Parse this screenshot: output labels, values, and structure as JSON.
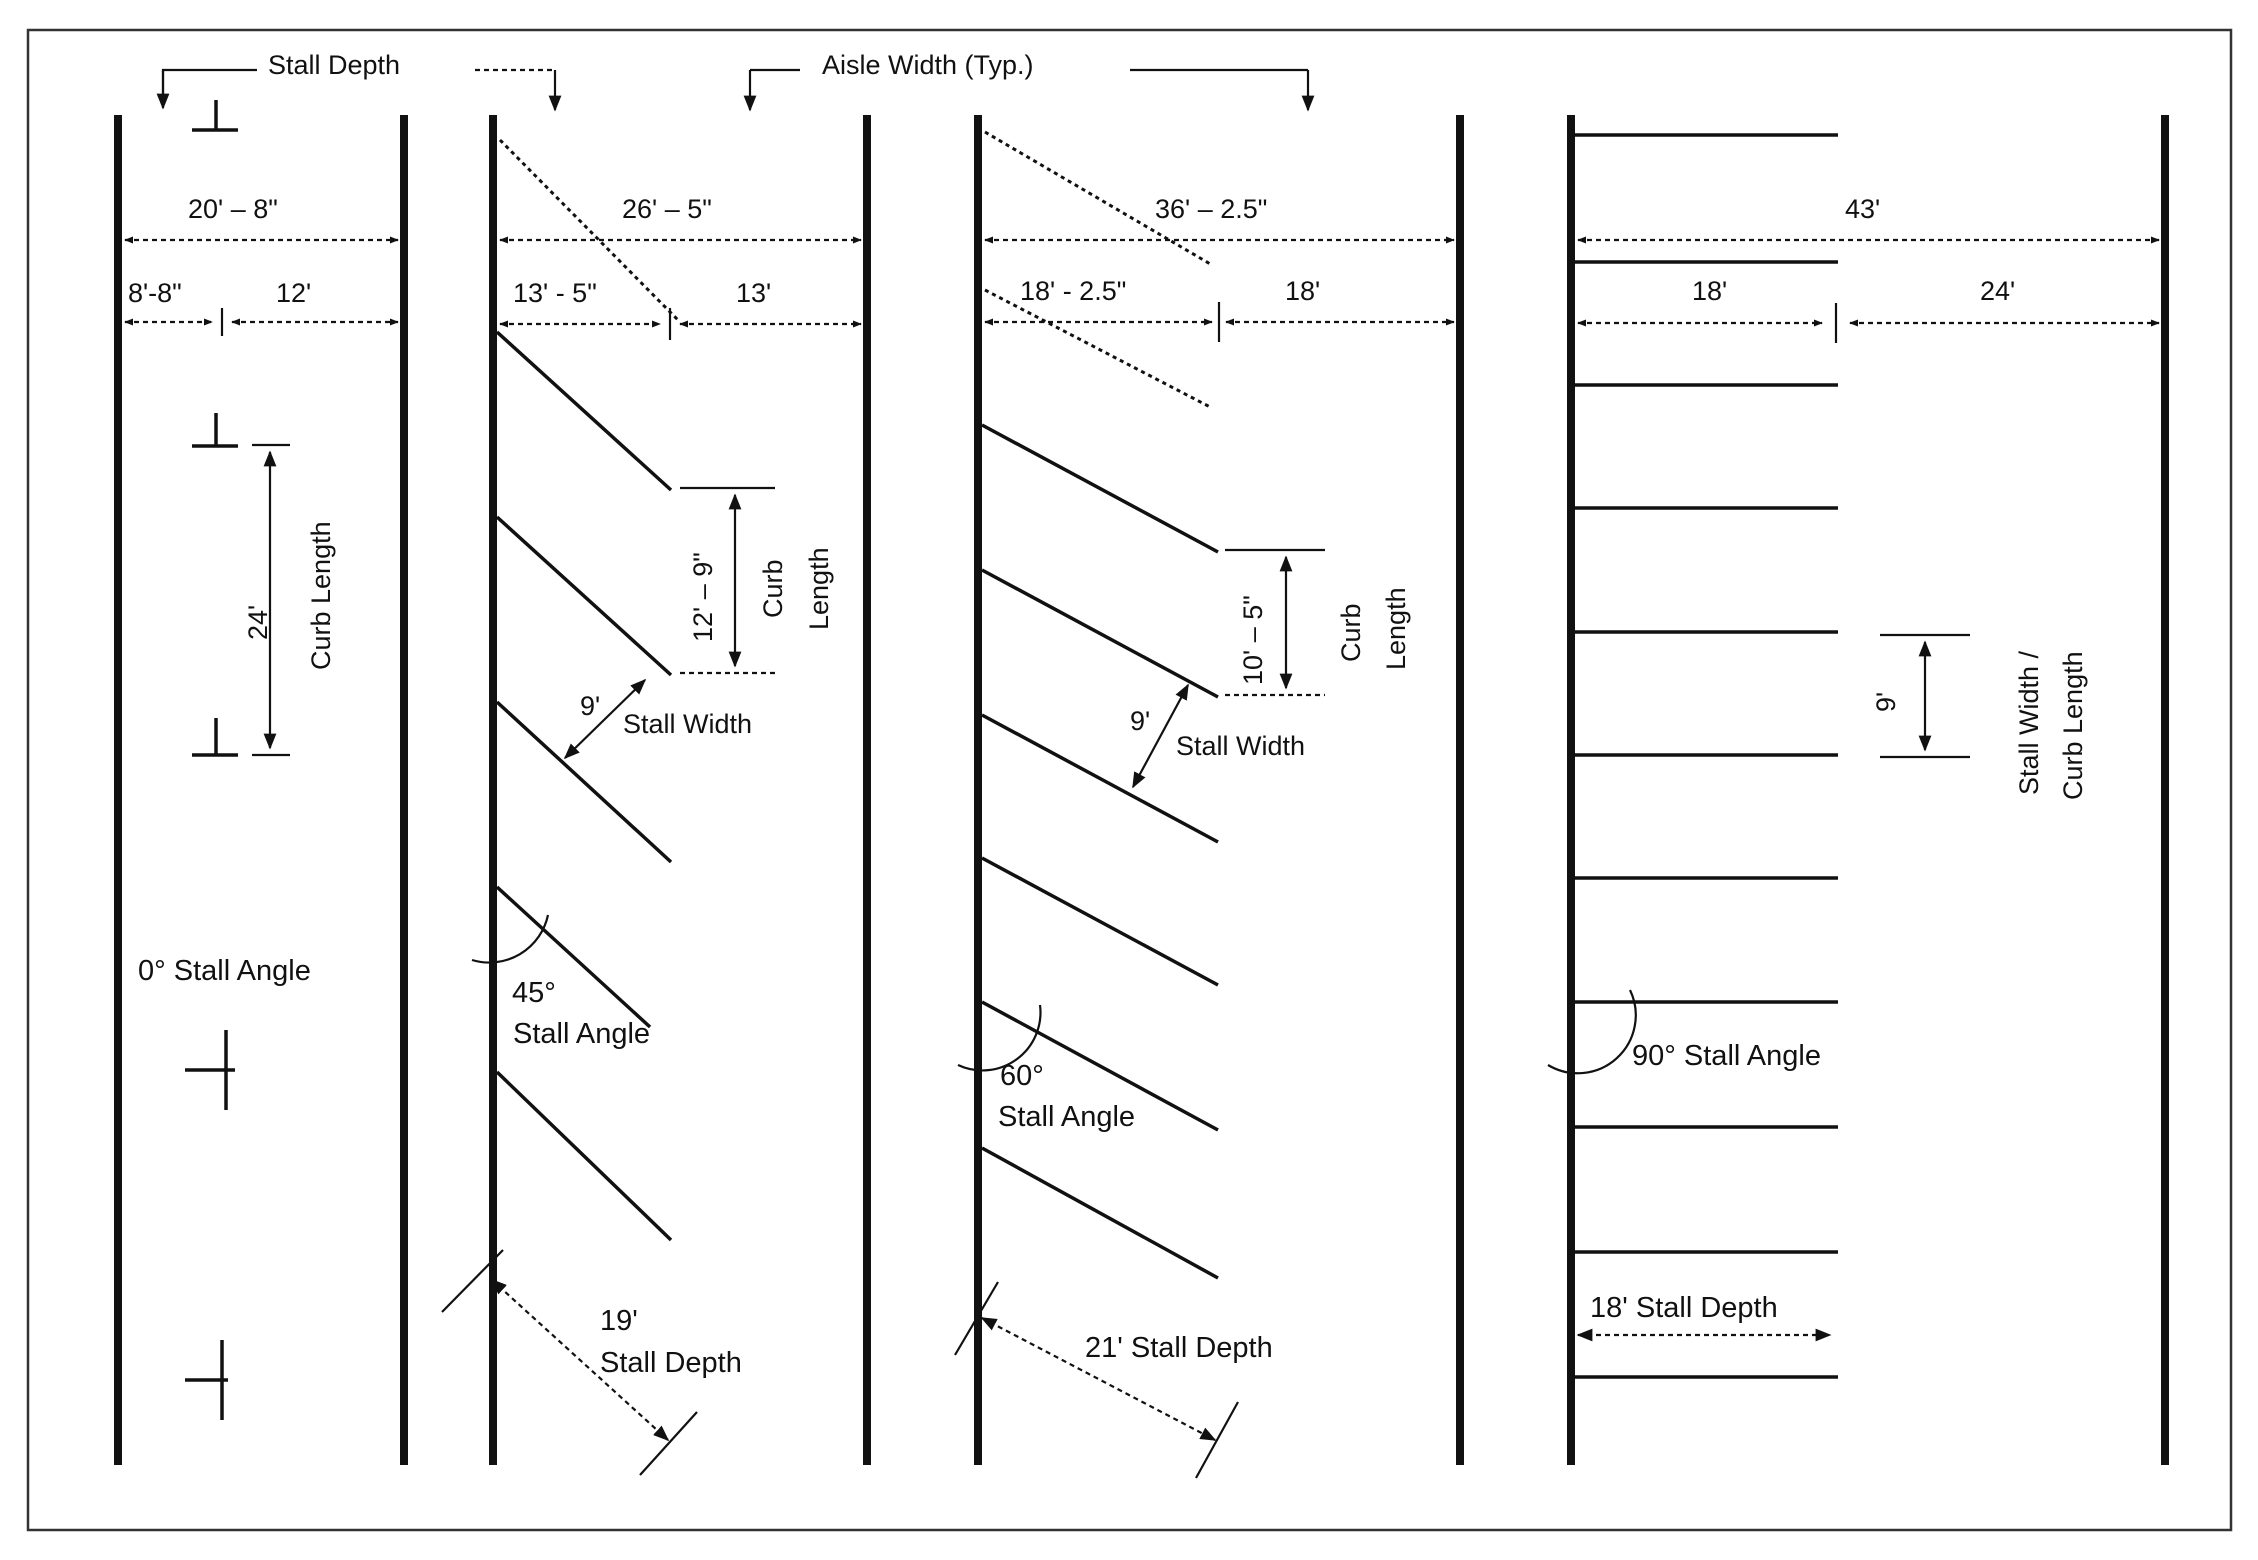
{
  "header": {
    "stall_depth": "Stall Depth",
    "aisle_width": "Aisle Width (Typ.)"
  },
  "panel_0": {
    "total": "20' – 8\"",
    "left": "8'-8\"",
    "right": "12'",
    "curb_value": "24'",
    "curb_label": "Curb Length",
    "angle": "0° Stall Angle"
  },
  "panel_45": {
    "total": "26' – 5\"",
    "left": "13' - 5\"",
    "right": "13'",
    "curb_value": "12' – 9\"",
    "curb_label_1": "Curb",
    "curb_label_2": "Length",
    "width_value": "9'",
    "width_label": "Stall Width",
    "angle_1": "45°",
    "angle_2": "Stall Angle",
    "depth_1": "19'",
    "depth_2": "Stall Depth"
  },
  "panel_60": {
    "total": "36' – 2.5\"",
    "left": "18' - 2.5\"",
    "right": "18'",
    "curb_value": "10' – 5\"",
    "curb_label_1": "Curb",
    "curb_label_2": "Length",
    "width_value": "9'",
    "width_label": "Stall Width",
    "angle_1": "60°",
    "angle_2": "Stall Angle",
    "depth": "21' Stall Depth"
  },
  "panel_90": {
    "total": "43'",
    "left": "18'",
    "right": "24'",
    "width_value": "9'",
    "width_label_1": "Stall Width /",
    "width_label_2": "Curb Length",
    "angle": "90° Stall Angle",
    "depth": "18' Stall Depth"
  }
}
